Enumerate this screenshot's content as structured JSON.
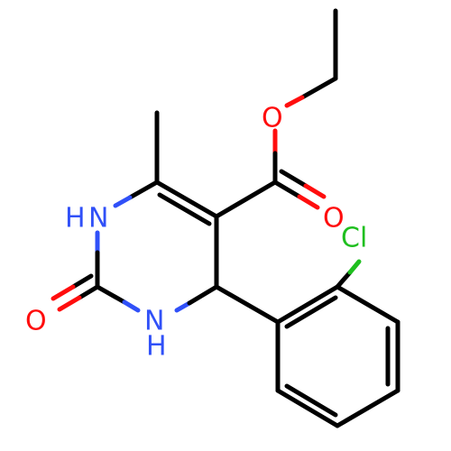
{
  "atoms": {
    "ester_o": "O",
    "carbonyl_o": "O",
    "chlorine": "Cl",
    "nh_top": "N",
    "h_top": "H",
    "nh_bottom": "N",
    "h_bottom": "H",
    "urea_o": "O"
  },
  "colors": {
    "carbon_bond": "#000000",
    "oxygen": "#ff0d0d",
    "nitrogen": "#3050f8",
    "chlorine": "#1fbf1f"
  }
}
